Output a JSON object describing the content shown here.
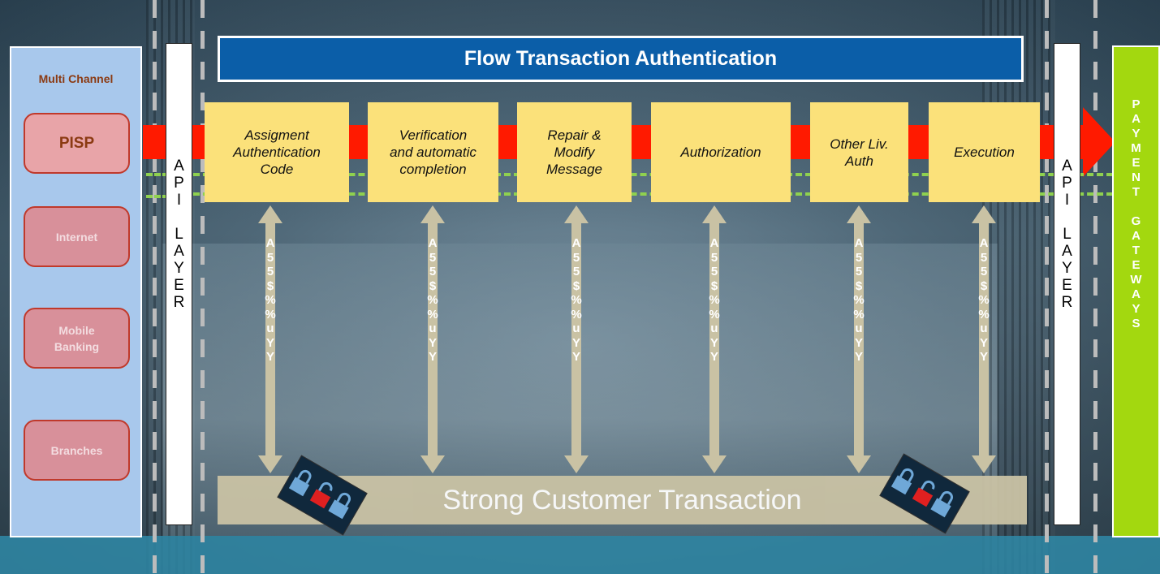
{
  "title": "Flow Transaction Authentication",
  "left_panel": {
    "title": "Multi Channel",
    "channels": [
      "PISP",
      "Internet",
      "Mobile Banking",
      "Branches"
    ]
  },
  "api_layer": [
    "A",
    "P",
    "I",
    "",
    "L",
    "A",
    "Y",
    "E",
    "R"
  ],
  "steps": [
    "Assigment Authentication Code",
    "Verification and automatic completion",
    "Repair & Modify Message",
    "Authorization",
    "Other Liv. Auth",
    "Execution"
  ],
  "connector_text": [
    "A",
    "5",
    "5",
    "$",
    "%",
    "%",
    "u",
    "Y",
    "Y"
  ],
  "gateway": [
    "P",
    "A",
    "Y",
    "M",
    "E",
    "N",
    "T",
    "",
    "G",
    "A",
    "T",
    "E",
    "W",
    "A",
    "Y",
    "S"
  ],
  "bottom_label": "Strong Customer Transaction",
  "colors": {
    "title_bar": "#0b5ea8",
    "flow_arrow": "#ff1a00",
    "step_box": "#fbe17a",
    "gateway": "#a3d80f",
    "left_panel": "#a8c8ec",
    "channel_border": "#c0392b",
    "bottom_bar": "#c9c2a4"
  }
}
